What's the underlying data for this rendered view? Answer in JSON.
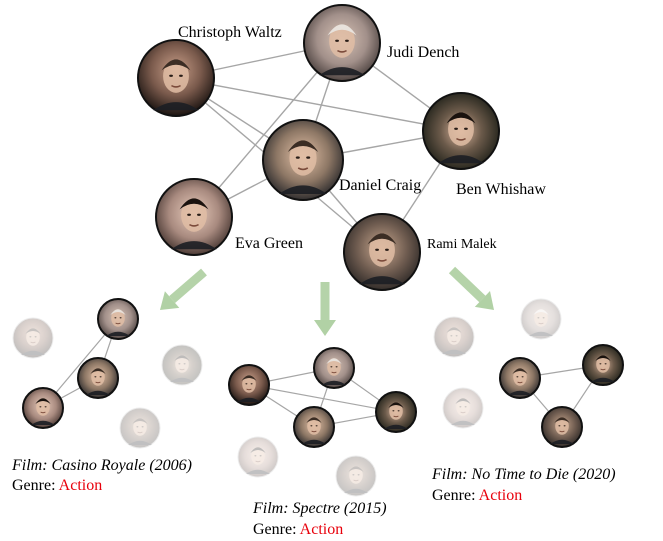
{
  "main_graph": {
    "nodes": [
      {
        "id": "waltz",
        "name": "Christoph Waltz",
        "icon": "face-christoph-waltz-icon"
      },
      {
        "id": "dench",
        "name": "Judi Dench",
        "icon": "face-judi-dench-icon"
      },
      {
        "id": "whishaw",
        "name": "Ben Whishaw",
        "icon": "face-ben-whishaw-icon"
      },
      {
        "id": "craig",
        "name": "Daniel Craig",
        "icon": "face-daniel-craig-icon"
      },
      {
        "id": "green",
        "name": "Eva Green",
        "icon": "face-eva-green-icon"
      },
      {
        "id": "malek",
        "name": "Rami Malek",
        "icon": "face-rami-malek-icon"
      }
    ],
    "edges": [
      [
        "waltz",
        "dench"
      ],
      [
        "waltz",
        "whishaw"
      ],
      [
        "waltz",
        "craig"
      ],
      [
        "dench",
        "craig"
      ],
      [
        "dench",
        "green"
      ],
      [
        "dench",
        "whishaw"
      ],
      [
        "craig",
        "whishaw"
      ],
      [
        "craig",
        "green"
      ],
      [
        "craig",
        "malek"
      ],
      [
        "whishaw",
        "malek"
      ],
      [
        "waltz",
        "malek"
      ]
    ]
  },
  "subgraphs": [
    {
      "film_label": "Film: Casino Royale (2006)",
      "genre_prefix": "Genre: ",
      "genre": "Action",
      "active": [
        "dench",
        "craig",
        "green"
      ],
      "edges": [
        [
          "dench",
          "craig"
        ],
        [
          "dench",
          "green"
        ],
        [
          "craig",
          "green"
        ]
      ]
    },
    {
      "film_label": "Film: Spectre (2015)",
      "genre_prefix": "Genre: ",
      "genre": "Action",
      "active": [
        "waltz",
        "dench",
        "craig",
        "whishaw"
      ],
      "edges": [
        [
          "waltz",
          "dench"
        ],
        [
          "waltz",
          "whishaw"
        ],
        [
          "waltz",
          "craig"
        ],
        [
          "dench",
          "craig"
        ],
        [
          "craig",
          "whishaw"
        ],
        [
          "dench",
          "whishaw"
        ]
      ]
    },
    {
      "film_label": "Film: No Time to Die (2020)",
      "genre_prefix": "Genre: ",
      "genre": "Action",
      "active": [
        "craig",
        "whishaw",
        "malek"
      ],
      "edges": [
        [
          "craig",
          "whishaw"
        ],
        [
          "craig",
          "malek"
        ],
        [
          "whishaw",
          "malek"
        ]
      ]
    }
  ],
  "colors": {
    "edge": "#a6a6a6",
    "arrow": "#a9cc9b",
    "genre": "#e8000b",
    "node_ring": "#111111"
  }
}
